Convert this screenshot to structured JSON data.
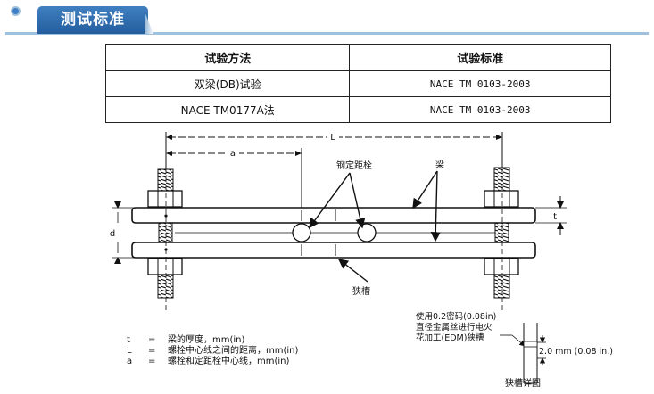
{
  "header": {
    "title": "测试标准"
  },
  "table": {
    "headers": [
      "试验方法",
      "试验标准"
    ],
    "rows": [
      [
        "双梁(DB)试验",
        "NACE TM 0103-2003"
      ],
      [
        "NACE TM0177A法",
        "NACE TM 0103-2003"
      ]
    ]
  },
  "figure": {
    "dim_L": "L",
    "dim_a": "a",
    "dim_d": "d",
    "dim_t": "t",
    "label_pin": "钢定距栓",
    "label_beam": "梁",
    "label_slot": "狭槽",
    "slot_note": [
      "使用0.2密码(0.08in)",
      "直径金属丝进行电火",
      "花加工(EDM)狭槽"
    ],
    "slot_dim": "2.0 mm (0.08 in.)",
    "slot_detail": "狭槽详图"
  },
  "legend": [
    {
      "sym": "t",
      "eq": "=",
      "desc": "梁的厚度，mm(in)"
    },
    {
      "sym": "L",
      "eq": "=",
      "desc": "螺栓中心线之间的距离，mm(in)"
    },
    {
      "sym": "a",
      "eq": "=",
      "desc": "螺栓和定距栓中心线，mm(in)"
    }
  ],
  "colors": {
    "tab": "#2f6db0",
    "rule": "#9fc1de"
  }
}
